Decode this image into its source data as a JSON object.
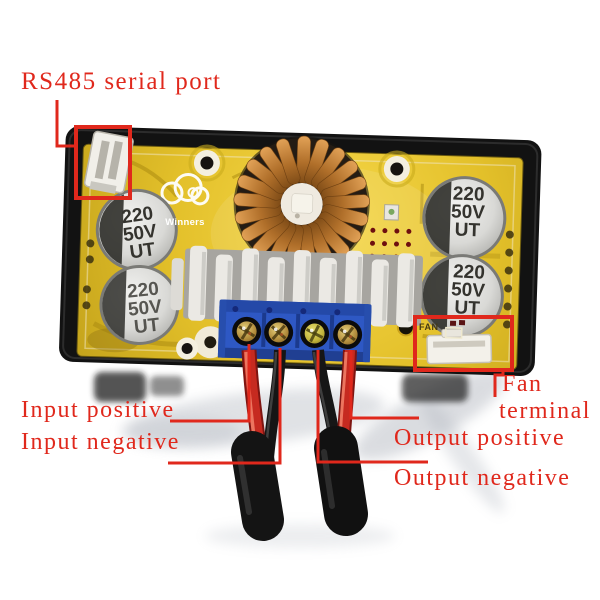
{
  "annotations": {
    "color": "#e0281c",
    "rs485_label": "RS485 serial port",
    "input_positive_label": "Input positive",
    "input_negative_label": "Input negative",
    "output_positive_label": "Output positive",
    "output_negative_label": "Output negative",
    "fan_terminal_label_line1": "Fan",
    "fan_terminal_label_line2": "terminal"
  },
  "board": {
    "logo_text": "Winners",
    "fan_silkscreen_label": "FAN",
    "capacitor_marking": {
      "line1": "220",
      "line2": "50V",
      "line3": "UT"
    },
    "capacitor_count": 4,
    "terminal_screw_count": 4,
    "colors": {
      "pcb_yellow": "#e3c02a",
      "case_black": "#141414",
      "terminal_block_blue": "#2e58c4",
      "inductor_copper": "#b06f2a",
      "heatsink_white": "#ebe9e4",
      "wire_red": "#c62a20",
      "wire_black": "#151515",
      "capacitor_silver": "#d9d9d6"
    }
  }
}
